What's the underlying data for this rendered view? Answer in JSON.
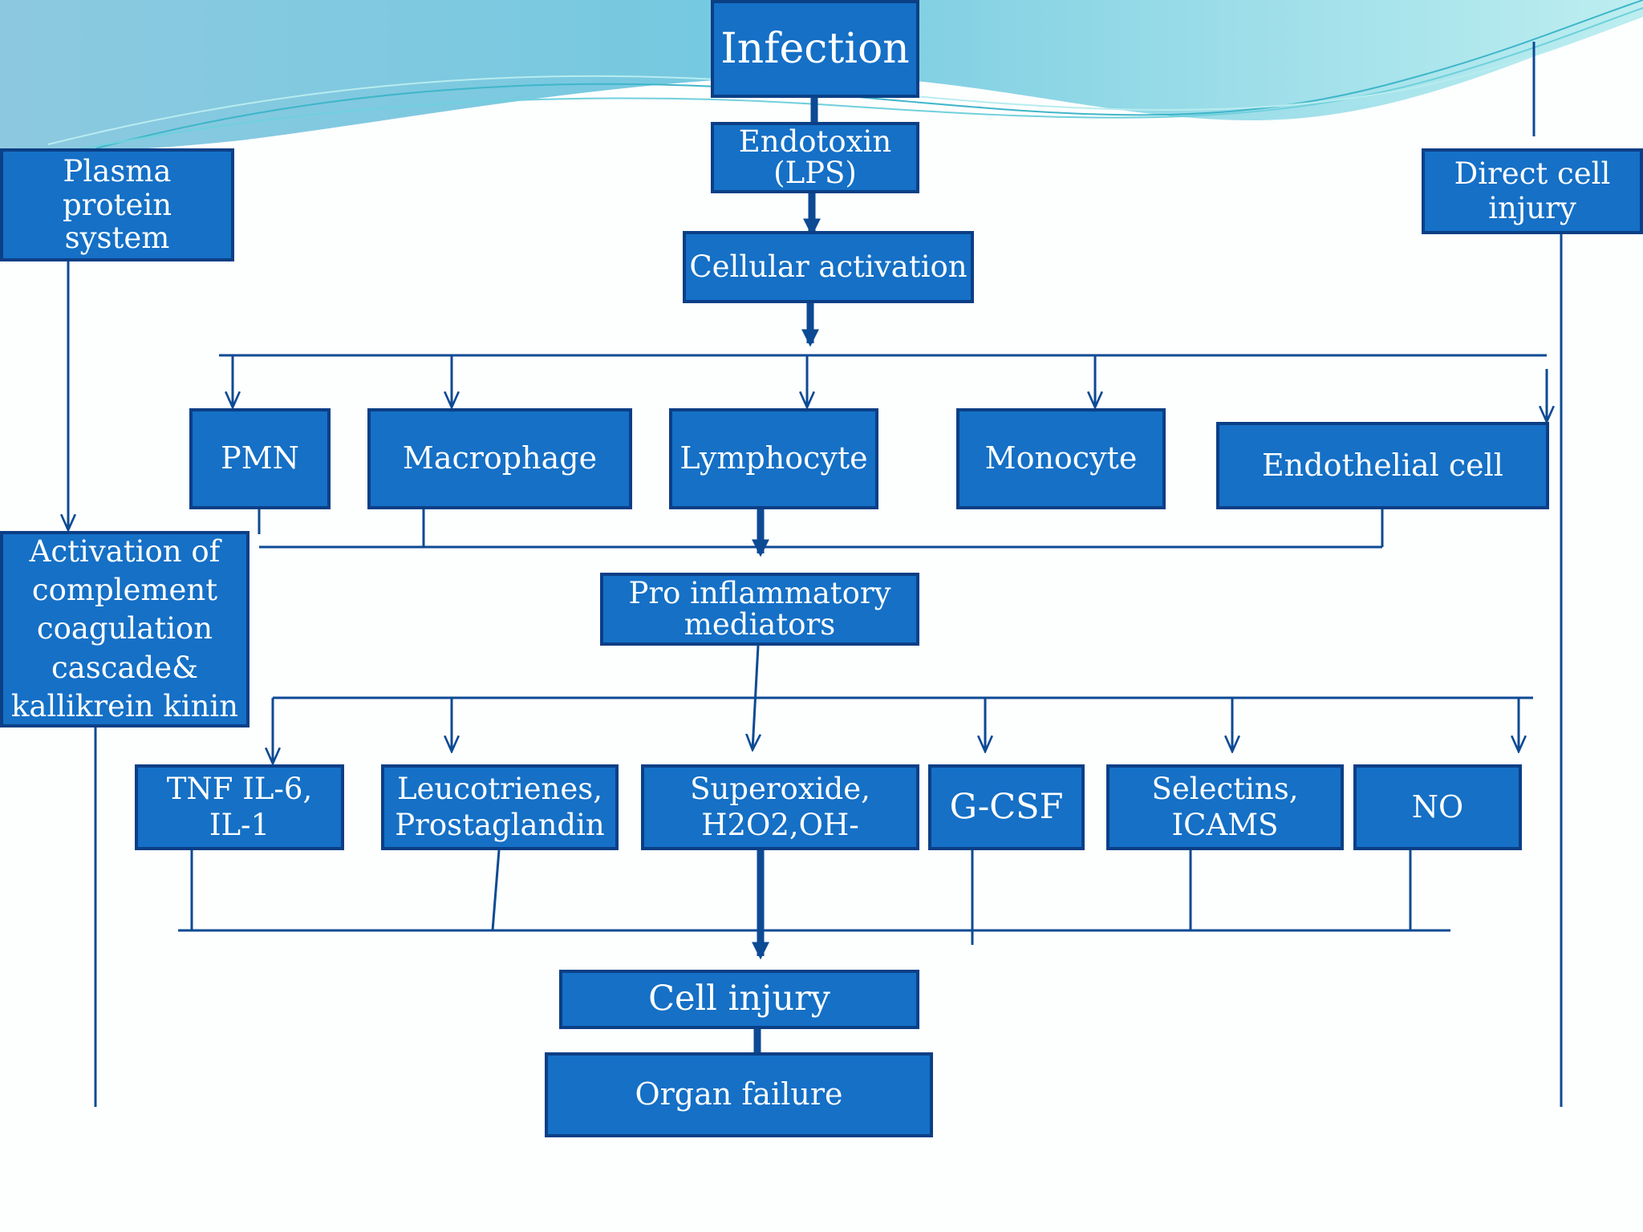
{
  "colors": {
    "box_fill": "#1570c6",
    "box_border": "#0b3f86",
    "connector": "#0d4a94",
    "banner_light": "#a9e5ee",
    "banner_mid": "#7cc4df"
  },
  "nodes": {
    "infection": "Infection",
    "endotoxin": "Endotoxin\n(LPS)",
    "cellular_activation": "Cellular activation",
    "plasma_protein_system": "Plasma\nprotein\nsystem",
    "direct_cell_injury": "Direct cell\ninjury",
    "pmn": "PMN",
    "macrophage": "Macrophage",
    "lymphocyte": "Lymphocyte",
    "monocyte": "Monocyte",
    "endothelial_cell": "Endothelial cell",
    "pro_inflammatory_mediators": "Pro inflammatory\nmediators",
    "complement_activation": "Activation of\ncomplement\ncoagulation\ncascade&\nkallikrein kinin",
    "tnf": "TNF IL-6,\nIL-1",
    "leucotrienes": "Leucotrienes,\nProstaglandin",
    "superoxide": "Superoxide,\nH2O2,OH-",
    "gcsf": "G-CSF",
    "selectins": "Selectins,\nICAMS",
    "no": "NO",
    "cell_injury": "Cell injury",
    "organ_failure": "Organ failure"
  }
}
